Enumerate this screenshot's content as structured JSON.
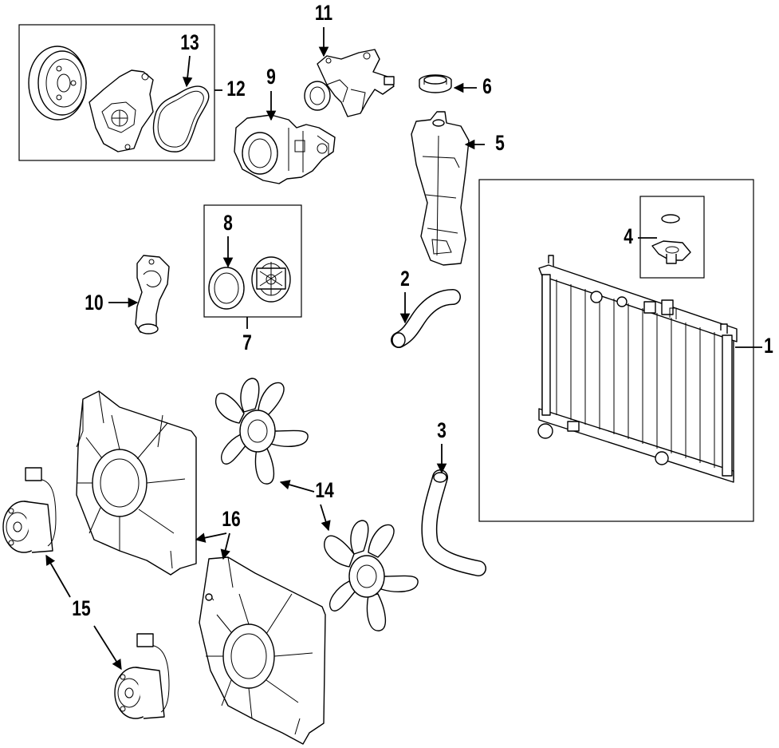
{
  "diagram": {
    "callouts": [
      {
        "id": "1",
        "label": "1"
      },
      {
        "id": "2",
        "label": "2"
      },
      {
        "id": "3",
        "label": "3"
      },
      {
        "id": "4",
        "label": "4"
      },
      {
        "id": "5",
        "label": "5"
      },
      {
        "id": "6",
        "label": "6"
      },
      {
        "id": "7",
        "label": "7"
      },
      {
        "id": "8",
        "label": "8"
      },
      {
        "id": "9",
        "label": "9"
      },
      {
        "id": "10",
        "label": "10"
      },
      {
        "id": "11",
        "label": "11"
      },
      {
        "id": "12",
        "label": "12"
      },
      {
        "id": "13",
        "label": "13"
      },
      {
        "id": "14",
        "label": "14"
      },
      {
        "id": "15",
        "label": "15"
      },
      {
        "id": "16",
        "label": "16"
      }
    ],
    "parts": [
      {
        "callout": "1",
        "icon": "radiator"
      },
      {
        "callout": "2",
        "icon": "upper-hose"
      },
      {
        "callout": "3",
        "icon": "lower-hose"
      },
      {
        "callout": "4",
        "icon": "drain-plug"
      },
      {
        "callout": "5",
        "icon": "reserve-tank"
      },
      {
        "callout": "6",
        "icon": "tank-cap"
      },
      {
        "callout": "7",
        "icon": "thermostat"
      },
      {
        "callout": "8",
        "icon": "seal-ring"
      },
      {
        "callout": "9",
        "icon": "thermostat-housing"
      },
      {
        "callout": "10",
        "icon": "water-outlet"
      },
      {
        "callout": "11",
        "icon": "water-passage"
      },
      {
        "callout": "12",
        "icon": "water-pump"
      },
      {
        "callout": "13",
        "icon": "gasket"
      },
      {
        "callout": "14",
        "icon": "fan-blade"
      },
      {
        "callout": "15",
        "icon": "fan-motor"
      },
      {
        "callout": "16",
        "icon": "fan-shroud"
      }
    ]
  }
}
